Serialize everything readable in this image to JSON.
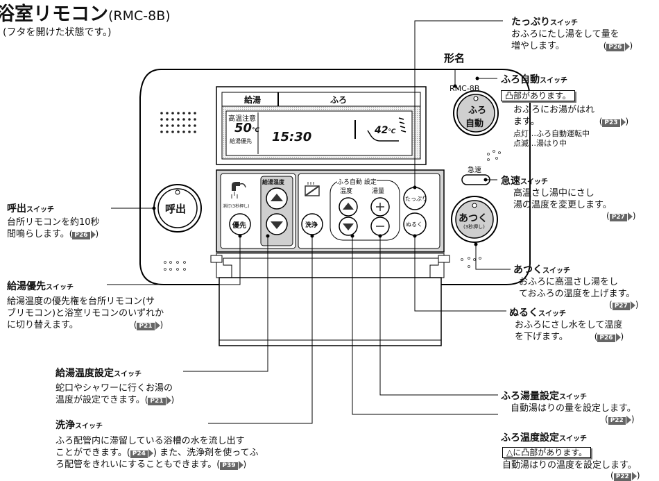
{
  "title": {
    "main": "浴室リモコン",
    "model": "(RMC-8B)"
  },
  "subtitle": "(フタを開けた状態です。)",
  "model_label": {
    "name": "形名",
    "value": "RMC-8B"
  },
  "display": {
    "tab_left": "給湯",
    "tab_right": "ふろ",
    "warning": "高温注意",
    "water_temp": "50",
    "unit": "℃",
    "water_priority": "給湯優先",
    "time": "15:30",
    "bath_temp": "42",
    "bath_unit": "℃"
  },
  "buttons": {
    "call": "呼出",
    "priority": "優先",
    "light_label": "消灯(3秒押し)",
    "kyuto_ondo": "給湯温度",
    "wash": "洗浄",
    "furo_auto_setting": "ふろ自動 設定",
    "ondo": "温度",
    "yuryo": "湯量",
    "tappuri": "たっぷり",
    "nuruku": "ぬるく",
    "furo": "ふろ",
    "jidou": "自動",
    "kyusoku": "急速",
    "atsuku": "あつく",
    "atsuku_sub": "(3秒押し)"
  },
  "callouts": {
    "tappuri": {
      "name": "たっぷり",
      "suffix": "スイッチ",
      "lines": [
        "おふろにたし湯をして量を",
        "増やします。"
      ],
      "page": "P26"
    },
    "furo_auto": {
      "name": "ふろ自動",
      "suffix": "スイッチ",
      "note": "凸部があります。",
      "lines": [
        "おふろにお湯がはれ",
        "ます。"
      ],
      "page": "P23",
      "sub": [
        "点灯…ふろ自動運転中",
        "点滅…湯はり中"
      ]
    },
    "kyusoku": {
      "name": "急速",
      "suffix": "スイッチ",
      "lines": [
        "高温さし湯中にさし",
        "湯の温度を変更します。"
      ],
      "page": "P27"
    },
    "atsuku": {
      "name": "あつく",
      "suffix": "スイッチ",
      "lines": [
        "おふろに高温さし湯をし",
        "ておふろの温度を上げます。"
      ],
      "page": "P27"
    },
    "nuruku": {
      "name": "ぬるく",
      "suffix": "スイッチ",
      "lines": [
        "おふろにさし水をして温度",
        "を下げます。"
      ],
      "page": "P26"
    },
    "furo_yuryo": {
      "name": "ふろ湯量設定",
      "suffix": "スイッチ",
      "lines": [
        "自動湯はりの量を設定します。"
      ],
      "page": "P22"
    },
    "furo_ondo": {
      "name": "ふろ温度設定",
      "suffix": "スイッチ",
      "note": "△に凸部があります。",
      "lines": [
        "自動湯はりの温度を設定します。"
      ],
      "page": "P22"
    },
    "yobidashi": {
      "name": "呼出",
      "suffix": "スイッチ",
      "lines": [
        "台所リモコンを約10秒",
        "間鳴らします。"
      ],
      "page": "P26"
    },
    "kyuto_yusen": {
      "name": "給湯優先",
      "suffix": "スイッチ",
      "lines": [
        "給湯温度の優先権を台所リモコン(サ",
        "ブリモコン)と浴室リモコンのいずれか",
        "に切り替えます。"
      ],
      "page": "P21"
    },
    "kyuto_ondo": {
      "name": "給湯温度設定",
      "suffix": "スイッチ",
      "lines": [
        "蛇口やシャワーに行くお湯の",
        "温度が設定できます。"
      ],
      "page": "P21"
    },
    "senjo": {
      "name": "洗浄",
      "suffix": "スイッチ",
      "lines": [
        "ふろ配管内に滞留している浴槽の水を流し出す",
        "ことができます。(",
        ") また、洗浄剤を使ってふ",
        "ろ配管をきれいにすることもできます。("
      ],
      "page1": "P24",
      "page2": "P39"
    }
  },
  "colors": {
    "panel_gray": "#cfcfcf",
    "lcd_gray": "#d6d6d6",
    "page_badge": "#666666"
  }
}
